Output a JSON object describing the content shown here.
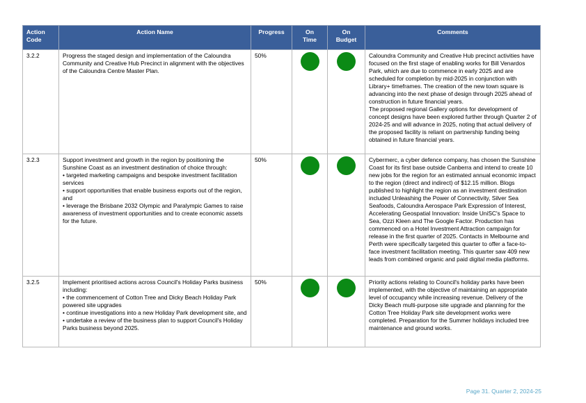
{
  "headers": {
    "code": [
      "Action",
      "Code"
    ],
    "name": "Action Name",
    "progress": "Progress",
    "on_time": [
      "On",
      "Time"
    ],
    "on_budget": [
      "On",
      "Budget"
    ],
    "comments": "Comments"
  },
  "status_colors": {
    "on_track": "#0b8a15"
  },
  "rows": [
    {
      "code": "3.2.2",
      "name": [
        "Progress the staged design and implementation of the Caloundra Community and Creative Hub Precinct in alignment with the objectives of the Caloundra Centre Master Plan."
      ],
      "progress": "50%",
      "on_time": "on_track",
      "on_budget": "on_track",
      "comments": [
        "Caloundra Community and Creative Hub precinct activities have focused on the first stage of enabling works for Bill Venardos Park, which are due to commence in early 2025 and are scheduled for completion by mid-2025 in conjunction with Library+ timeframes. The creation of the new town square is advancing into the next phase of design through 2025 ahead of construction in future financial years.",
        "The proposed regional Gallery options for development of concept designs have been explored further through Quarter 2 of 2024-25 and will advance in 2025, noting that actual delivery of the proposed facility is reliant on partnership funding being obtained in future financial years."
      ]
    },
    {
      "code": "3.2.3",
      "name": [
        "Support investment and growth in the region by positioning the Sunshine Coast as an investment destination of choice through:",
        "• targeted marketing campaigns and bespoke investment facilitation services",
        "• support opportunities that enable business exports out of the region, and",
        "• leverage the Brisbane 2032 Olympic and Paralympic Games to raise awareness of investment opportunities and to create economic assets for the future."
      ],
      "progress": "50%",
      "on_time": "on_track",
      "on_budget": "on_track",
      "comments": [
        "Cybermerc, a cyber defence company, has chosen the Sunshine Coast for its first base outside Canberra and intend to create 10 new jobs for the region for an estimated annual economic impact to the region (direct and indirect) of $12.15 million. Blogs published to highlight the region as an investment destination included Unleashing the Power of Connectivity, Silver Sea Seafoods, Caloundra Aerospace Park Expression of Interest, Accelerating Geospatial Innovation: Inside UniSC's Space to Sea, Ozzi Kleen and The Google Factor. Production has commenced on a Hotel Investment Attraction campaign for release in the first quarter of 2025. Contacts in Melbourne and Perth were specifically targeted this quarter to offer a face-to-face investment facilitation meeting. This quarter saw 409 new leads from combined organic and paid digital media platforms."
      ]
    },
    {
      "code": "3.2.5",
      "name": [
        "Implement prioritised actions across Council's Holiday Parks business including:",
        "• the commencement of Cotton Tree and Dicky Beach Holiday Park powered site upgrades",
        "• continue investigations into a new Holiday Park development site, and",
        "• undertake a review of the business plan to support Council's Holiday Parks business beyond 2025."
      ],
      "progress": "50%",
      "on_time": "on_track",
      "on_budget": "on_track",
      "comments": [
        "Priority actions relating to Council's holiday parks have been implemented, with the objective of maintaining an appropriate level of occupancy while increasing revenue. Delivery of the Dicky Beach multi-purpose site upgrade and planning for the Cotton Tree Holiday Park site development works were completed. Preparation for the Summer holidays included tree maintenance and ground works."
      ]
    }
  ],
  "footer": "Page 31. Quarter 2, 2024-25"
}
